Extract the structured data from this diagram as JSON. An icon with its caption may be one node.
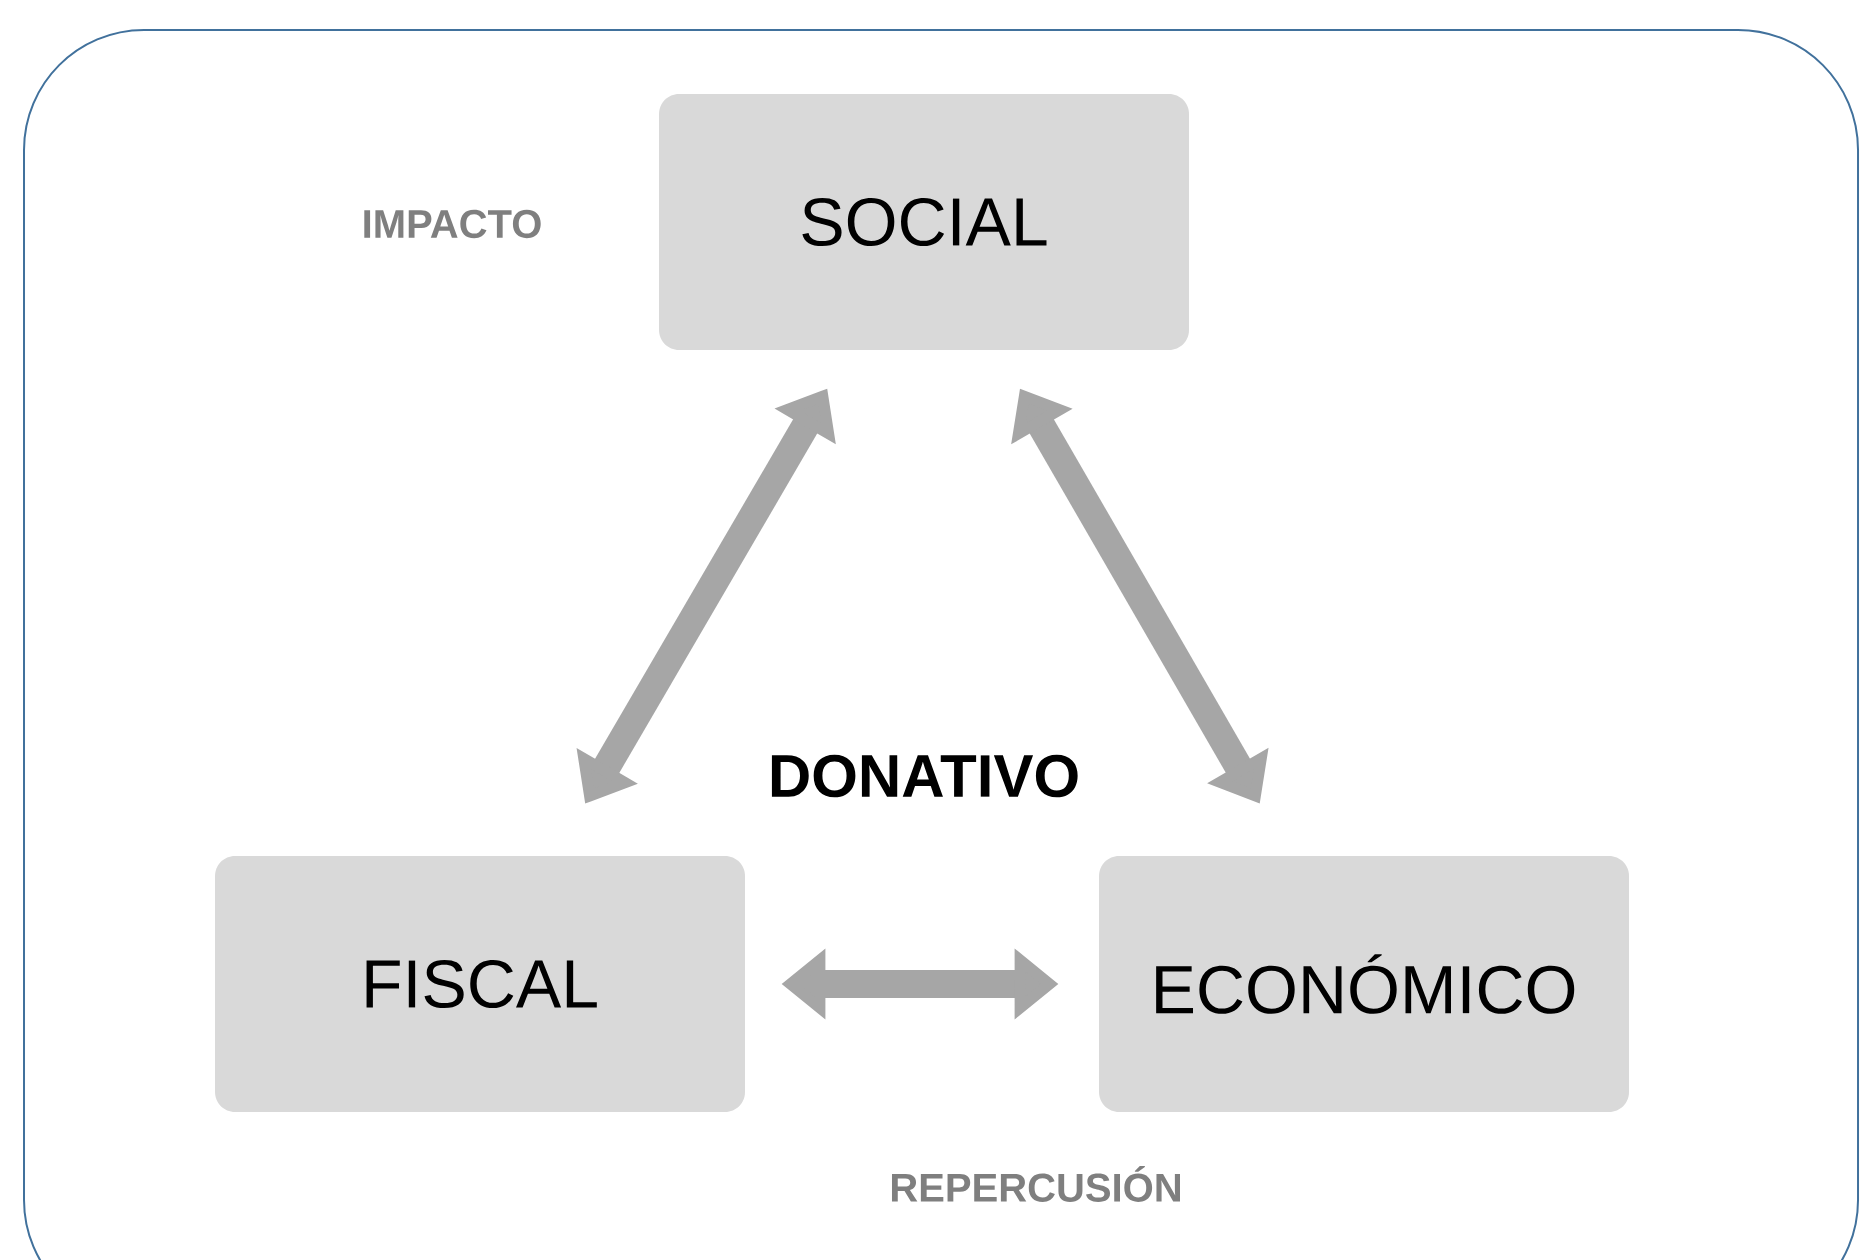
{
  "diagram": {
    "nodes": [
      {
        "text": [
          "SOCIAL"
        ]
      },
      {
        "text": [
          "FISCAL"
        ]
      },
      {
        "text": [
          "ECONÓMICO"
        ]
      }
    ],
    "edges": [
      {
        "from": 0,
        "to": 1,
        "arrow": "both"
      },
      {
        "from": 0,
        "to": 2,
        "arrow": "both"
      },
      {
        "from": 1,
        "to": 2,
        "arrow": "both"
      }
    ],
    "labels": [
      "IMPACTO",
      "DONATIVO",
      "REPERCUSIÓN"
    ]
  }
}
